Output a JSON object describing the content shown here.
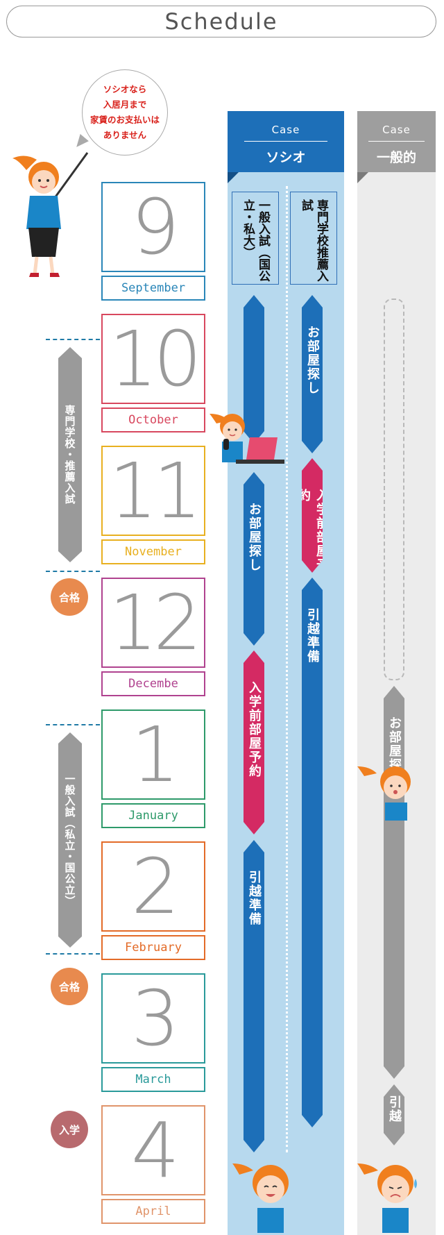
{
  "page": {
    "title": "Schedule"
  },
  "bubble": {
    "lines": [
      "ソシオなら",
      "入居月まで",
      "家賃のお支払いは",
      "ありません"
    ]
  },
  "cases": [
    {
      "case_label": "Case",
      "name": "ソシオ",
      "color": "#1d6fb8"
    },
    {
      "case_label": "Case",
      "name": "一般的",
      "color": "#9e9e9e"
    }
  ],
  "tracks": {
    "general_exam_box": "一般入試（国公立・私大）",
    "vocational_box": "専門学校推薦入試"
  },
  "bars": {
    "sosio_left": [
      {
        "label": "",
        "color": "#1d6fb8"
      },
      {
        "label": "お部屋探し",
        "color": "#1d6fb8"
      },
      {
        "label": "入学前部屋予約",
        "color": "#d42a63"
      },
      {
        "label": "引越準備",
        "color": "#1d6fb8"
      }
    ],
    "sosio_right": [
      {
        "label": "お部屋探し",
        "color": "#1d6fb8"
      },
      {
        "label": "入学前部屋予約",
        "color": "#d42a63"
      },
      {
        "label": "引越準備",
        "color": "#1d6fb8"
      }
    ],
    "general": [
      {
        "label": "",
        "color": "#b8b8b8"
      },
      {
        "label": "お部屋探し",
        "color": "#9a9a9a"
      },
      {
        "label": "引越",
        "color": "#9a9a9a"
      }
    ]
  },
  "months": [
    {
      "num": "9",
      "name": "September",
      "color": "#2a86b8"
    },
    {
      "num": "10",
      "name": "October",
      "color": "#d8475e"
    },
    {
      "num": "11",
      "name": "November",
      "color": "#e8b020"
    },
    {
      "num": "12",
      "name": "Decembe",
      "color": "#b0428f"
    },
    {
      "num": "1",
      "name": "January",
      "color": "#2e9a6a"
    },
    {
      "num": "2",
      "name": "February",
      "color": "#e36b28"
    },
    {
      "num": "3",
      "name": "March",
      "color": "#2a9a9a"
    },
    {
      "num": "4",
      "name": "April",
      "color": "#e0946a"
    }
  ],
  "side": {
    "vocational": "専門学校・推薦入試",
    "general": "一般入試（私立・国公立）",
    "badges": [
      {
        "label": "合格",
        "color": "#e88a4e"
      },
      {
        "label": "合格",
        "color": "#e88a4e"
      },
      {
        "label": "入学",
        "color": "#b86a6e"
      }
    ]
  }
}
